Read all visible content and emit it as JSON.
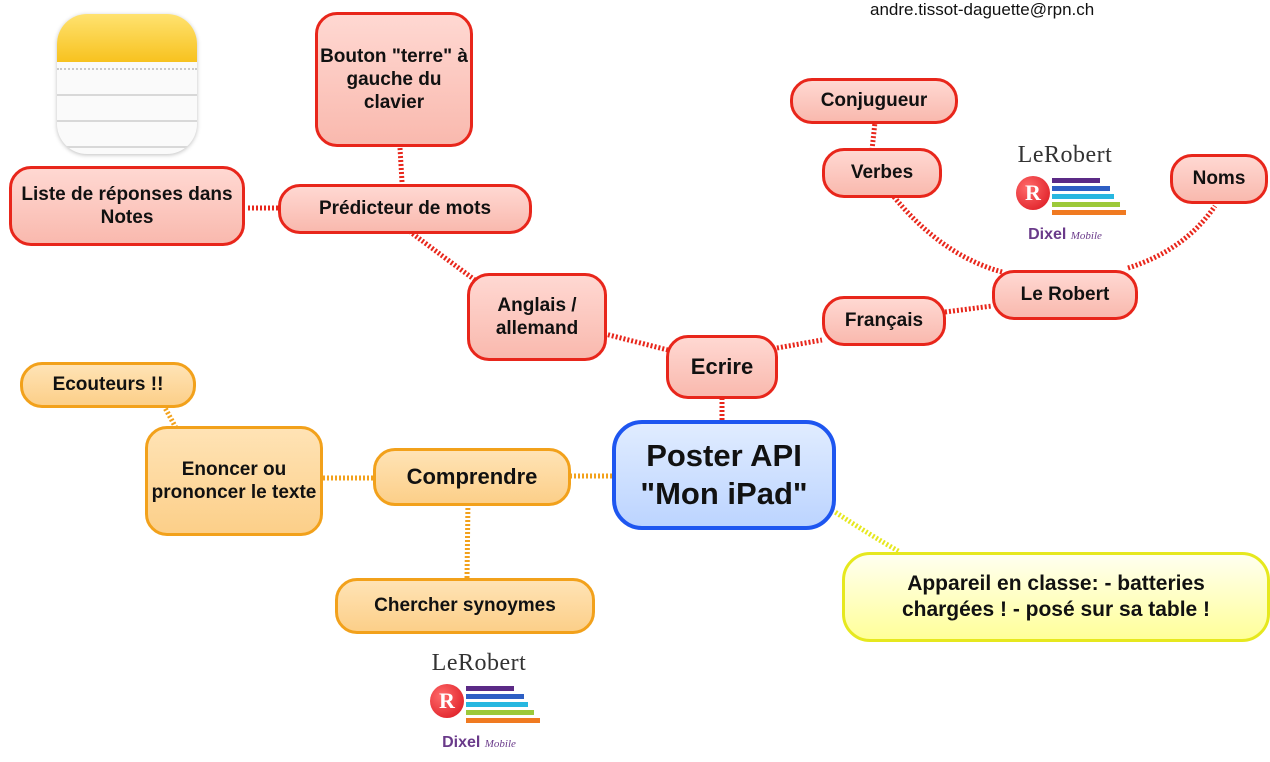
{
  "author_email": "andre.tissot-daguette@rpn.ch",
  "nodes": {
    "center": "Poster API \"Mon iPad\"",
    "ecrire": "Ecrire",
    "anglais": "Anglais / allemand",
    "predicteur": "Prédicteur de mots",
    "bouton": "Bouton \"terre\" à gauche du clavier",
    "liste": "Liste de réponses dans Notes",
    "francais": "Français",
    "lerobert": "Le Robert",
    "verbes": "Verbes",
    "conjugueur": "Conjugueur",
    "noms": "Noms",
    "comprendre": "Comprendre",
    "enoncer": "Enoncer ou prononcer le texte",
    "ecouteurs": "Ecouteurs !!",
    "synonymes": "Chercher synoymes",
    "appareil": "Appareil en classe: - batteries chargées ! - posé sur sa table !"
  },
  "logos": {
    "robert_wordmark": "LeRobert",
    "robert_r": "R",
    "dixel": "Dixel",
    "mobile": "Mobile"
  },
  "colors": {
    "red_branch": "#e8261b",
    "orange_branch": "#f2a11b",
    "yellow_branch": "#e6e81e",
    "center_border": "#1e56f0"
  }
}
